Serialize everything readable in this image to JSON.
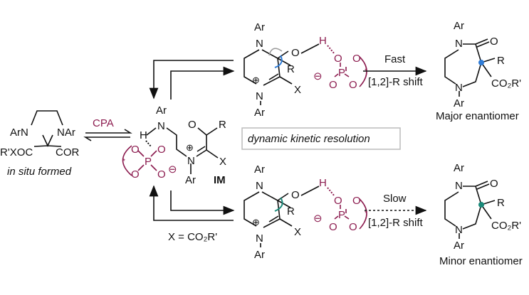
{
  "colors": {
    "acid": "#8c1c4f",
    "major_dot": "#2e7bd6",
    "minor_dot": "#1a8a7a",
    "box_border": "#bbbbbb"
  },
  "start": {
    "left_n": "ArN",
    "right_n": "NAr",
    "left_sub": "R'XOC",
    "right_sub": "COR",
    "caption": "in situ formed"
  },
  "catalyst_label": "CPA",
  "intermediate": {
    "ar_top": "Ar",
    "n_top": "N",
    "h": "H",
    "o": "O",
    "p": "P",
    "star": "*",
    "minus": "⊖",
    "plus": "⊕",
    "n_plus": "N",
    "ar_bottom": "Ar",
    "label": "IM",
    "carbonyl_o": "O",
    "r": "R",
    "x": "X"
  },
  "dkr_label": "dynamic kinetic resolution",
  "x_definition": "X = CO₂R'",
  "top_ts": {
    "ar_top": "Ar",
    "n_top": "N",
    "oh": "O",
    "h": "H",
    "r": "R",
    "x": "X",
    "n_bottom": "N",
    "ar_bottom": "Ar",
    "plus": "⊕"
  },
  "bottom_ts": {
    "ar_top": "Ar",
    "n_top": "N",
    "oh": "O",
    "h": "H",
    "r": "R",
    "x": "X",
    "n_bottom": "N",
    "ar_bottom": "Ar",
    "plus": "⊕"
  },
  "fast_path": {
    "rate": "Fast",
    "shift": "[1,2]-R shift"
  },
  "slow_path": {
    "rate": "Slow",
    "shift": "[1,2]-R shift"
  },
  "major": {
    "ar_top": "Ar",
    "n_top": "N",
    "o": "O",
    "r": "R",
    "ester": "CO₂R'",
    "n_bottom": "N",
    "ar_bottom": "Ar",
    "label": "Major enantiomer"
  },
  "minor": {
    "ar_top": "Ar",
    "n_top": "N",
    "o": "O",
    "r": "R",
    "ester": "CO₂R'",
    "n_bottom": "N",
    "ar_bottom": "Ar",
    "label": "Minor enantiomer"
  }
}
